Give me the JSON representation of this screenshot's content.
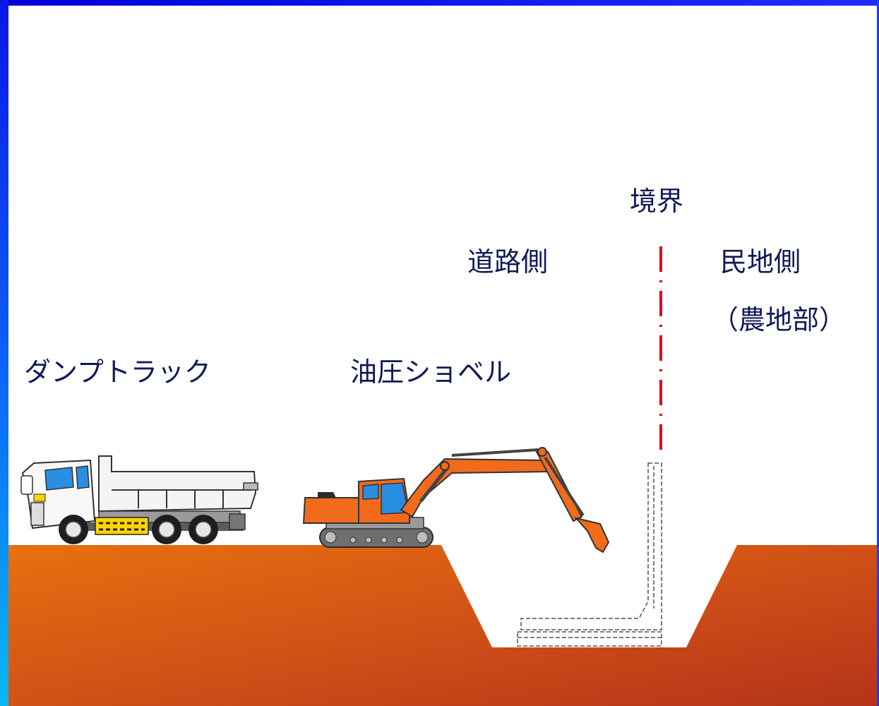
{
  "labels": {
    "boundary": "境界",
    "road_side": "道路側",
    "private_side": "民地側",
    "farmland": "（農地部）",
    "dump_truck": "ダンプトラック",
    "shovel": "油圧ショベル"
  },
  "colors": {
    "frame_blue": "#0a16e8",
    "label_text": "#111a58",
    "soil_light": "#e56a12",
    "soil_dark": "#b8391a",
    "boundary_line": "#e0001a",
    "excavator_orange": "#f26a1c",
    "window_blue": "#2a8ee0"
  }
}
